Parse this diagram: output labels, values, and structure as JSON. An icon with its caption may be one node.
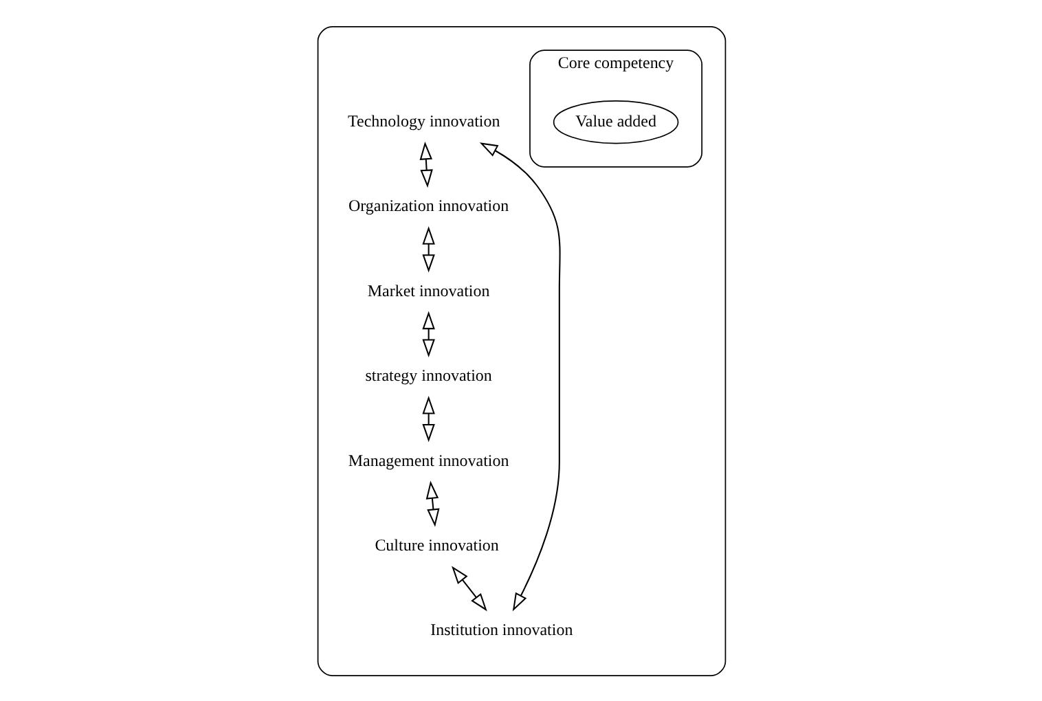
{
  "diagram": {
    "nodes": [
      {
        "text": [],
        "shape": "ellipse"
      },
      {
        "text": [
          "Technology innovation"
        ],
        "in": 0
      },
      {
        "text": [
          "Organization innovation"
        ],
        "in": 0
      },
      {
        "text": [
          "Market innovation"
        ],
        "in": 0
      },
      {
        "text": [
          "strategy innovation"
        ],
        "in": 0
      },
      {
        "text": [
          "Management innovation"
        ],
        "in": 0
      },
      {
        "text": [
          "Culture innovation"
        ],
        "in": 0
      },
      {
        "text": [
          "Institution innovation"
        ],
        "in": 0
      },
      {
        "text": [
          "Core competency"
        ],
        "in": 0
      },
      {
        "text": [
          "Value added"
        ],
        "in": 8
      }
    ],
    "edges": [
      {
        "from": 7,
        "to": 1,
        "arrow": "both"
      },
      {
        "from": 1,
        "to": 2,
        "arrow": "both"
      },
      {
        "from": 2,
        "to": 3,
        "arrow": "both"
      },
      {
        "from": 3,
        "to": 4,
        "arrow": "both"
      },
      {
        "from": 4,
        "to": 5,
        "arrow": "both"
      },
      {
        "from": 5,
        "to": 6,
        "arrow": "both"
      },
      {
        "from": 6,
        "to": 7,
        "arrow": "both"
      }
    ]
  }
}
